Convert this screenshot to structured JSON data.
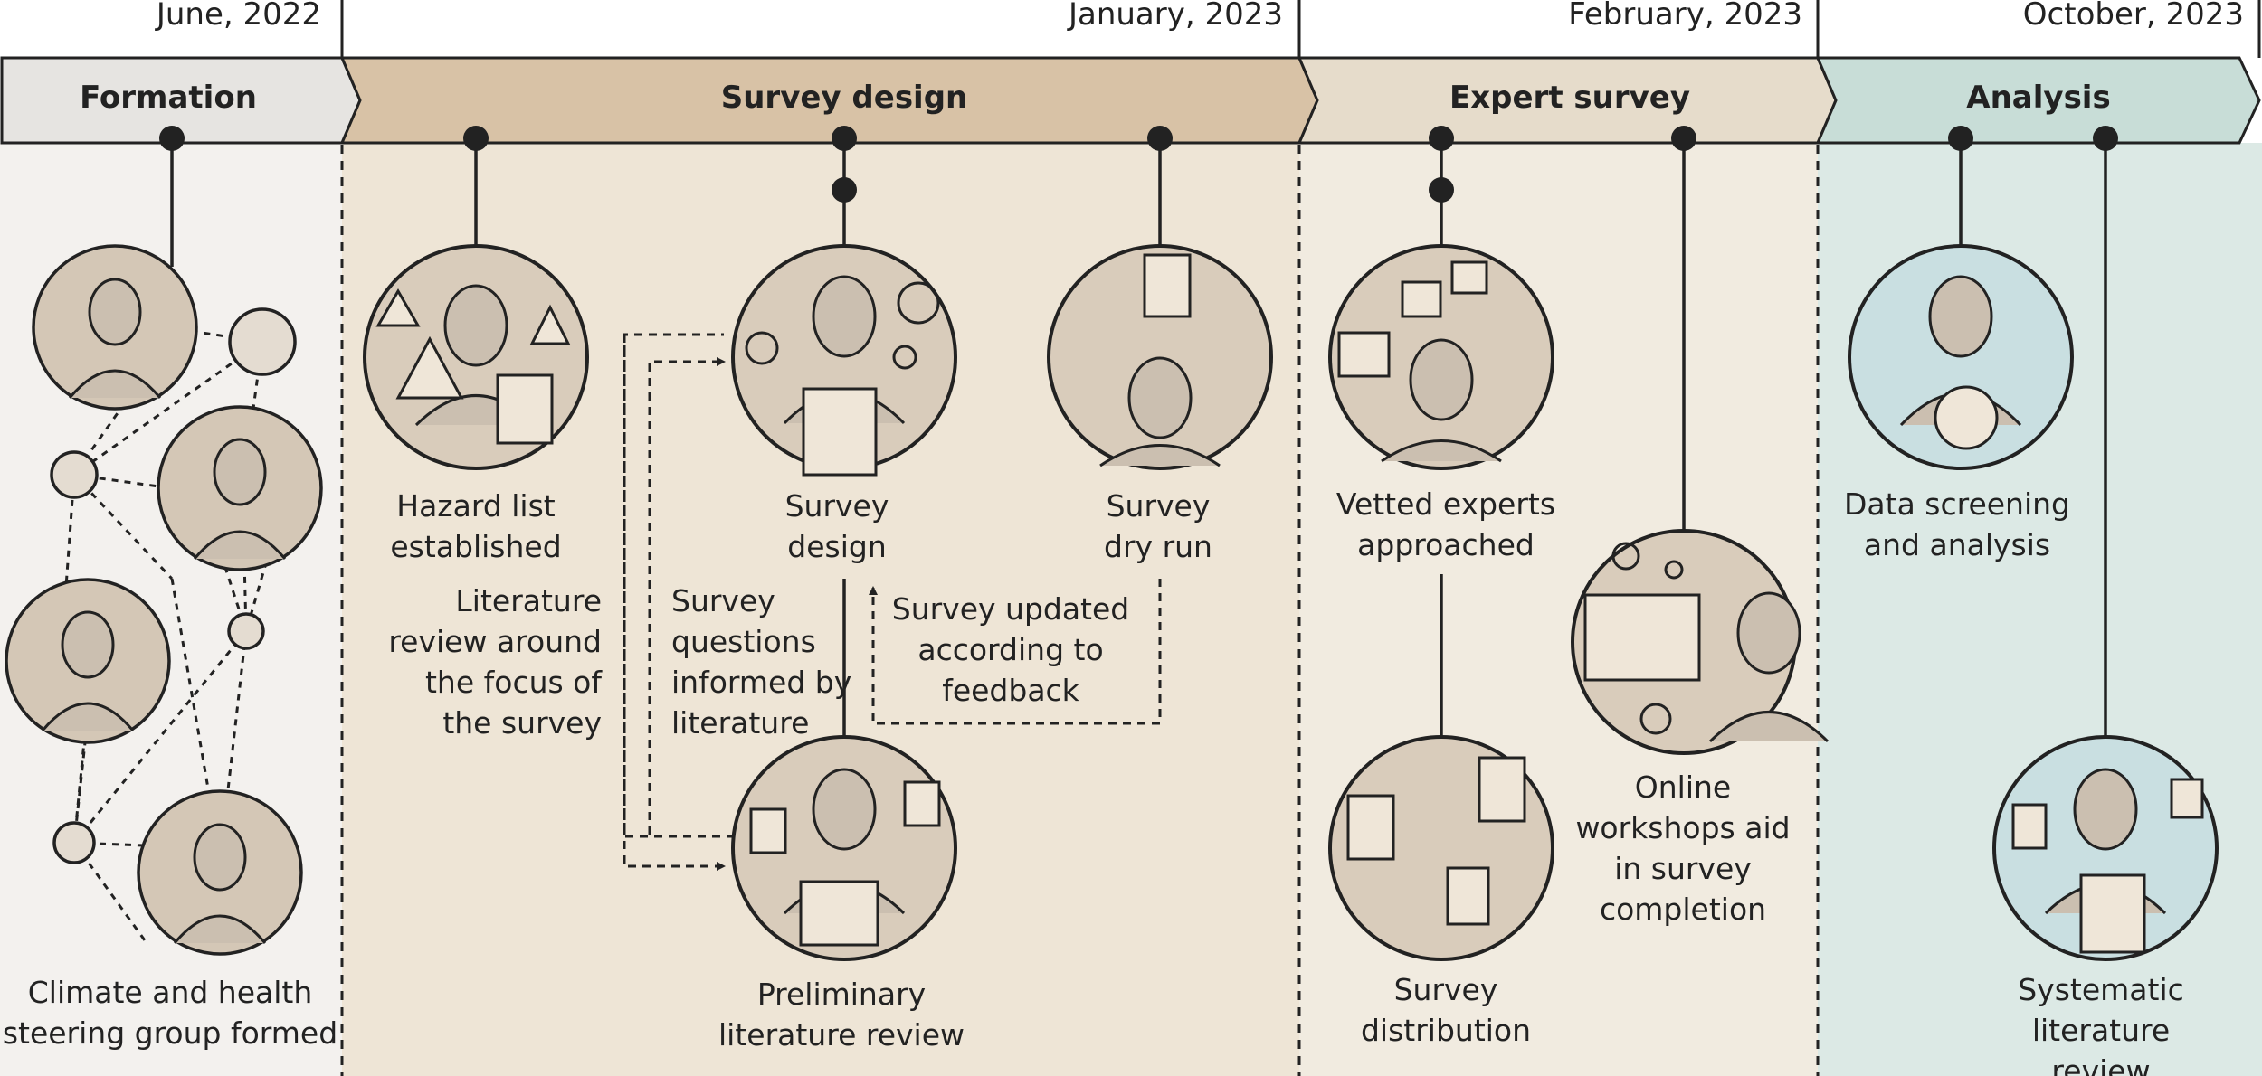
{
  "dates": [
    "June, 2022",
    "January, 2023",
    "February, 2023",
    "October, 2023"
  ],
  "phases": {
    "formation": "Formation",
    "survey_design": "Survey design",
    "expert_survey": "Expert survey",
    "analysis": "Analysis"
  },
  "labels": {
    "steering_group": "Climate and health\nsteering group formed",
    "hazard_list": "Hazard list\nestablished",
    "survey_design": "Survey\ndesign",
    "survey_dry_run": "Survey\ndry run",
    "preliminary_review": "Preliminary\nliterature review",
    "literature_review_focus": "Literature\nreview around\nthe focus of\nthe survey",
    "questions_informed": "Survey\nquestions\ninformed by\nliterature",
    "survey_updated": "Survey updated\naccording to\nfeedback",
    "vetted_experts": "Vetted experts\napproached",
    "survey_distribution": "Survey\ndistribution",
    "online_workshops": "Online\nworkshops aid\nin survey\ncompletion",
    "data_screening": "Data screening\nand analysis",
    "systematic_review": "Systematic\nliterature review"
  },
  "colors": {
    "formation_band": "#e6e4e1",
    "formation_bg": "#f3f1ee",
    "design_band": "#d8c2a6",
    "design_bg": "#eee5d6",
    "expert_band": "#e6dccb",
    "expert_bg": "#f1ebe0",
    "analysis_band": "#c8ddd7",
    "analysis_bg": "#dce9e5",
    "circle_fill_warm": "#d4c7b6",
    "circle_fill_teal": "#a9cfd3",
    "line": "#222222"
  },
  "icons": [
    "doctor-icon",
    "scientist-icon",
    "lab-icon",
    "plant-icon",
    "warning-icon",
    "clipboard-icon",
    "gear-icon",
    "group-icon",
    "document-icon",
    "chat-icon",
    "globe-icon",
    "video-call-icon",
    "chart-icon"
  ]
}
